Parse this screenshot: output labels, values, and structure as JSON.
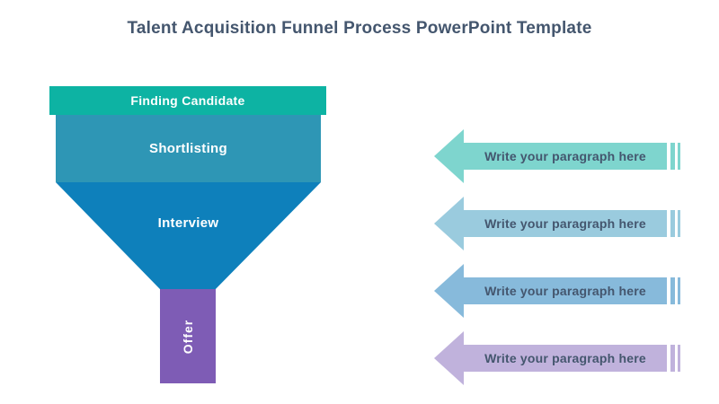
{
  "slide": {
    "title": "Talent Acquisition Funnel Process PowerPoint Template"
  },
  "theme": {
    "background": "#FFFFFF",
    "title_color": "#44566E",
    "stage_label_color": "#FFFFFF",
    "callout_label_color": "#44566E"
  },
  "funnel": {
    "stages": [
      {
        "label": "Finding Candidate",
        "color": "#0DB3A3"
      },
      {
        "label": "Shortlisting",
        "color": "#2E96B5"
      },
      {
        "label": "Interview",
        "color": "#0E80BB"
      },
      {
        "label": "Offer",
        "color": "#7E5CB5"
      }
    ]
  },
  "callouts": {
    "items": [
      {
        "label": "Write your paragraph here",
        "color": "#7ED5CE"
      },
      {
        "label": "Write your paragraph here",
        "color": "#9ACBDE"
      },
      {
        "label": "Write your paragraph here",
        "color": "#87BADB"
      },
      {
        "label": "Write your paragraph here",
        "color": "#C0B2DC"
      }
    ]
  }
}
